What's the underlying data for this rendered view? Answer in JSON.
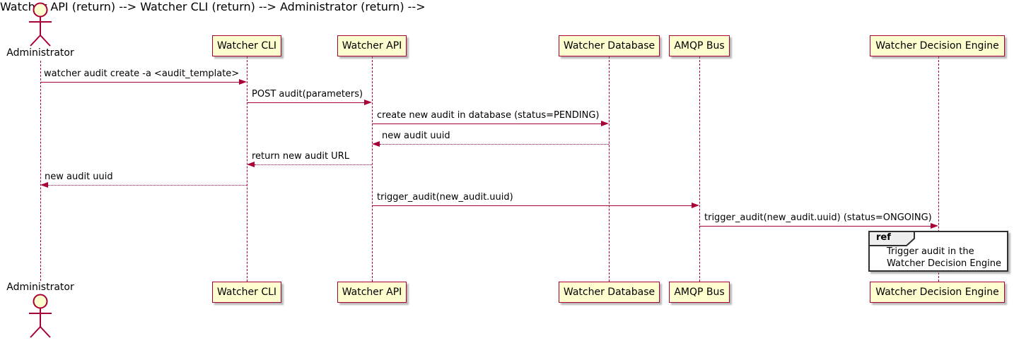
{
  "diagram": {
    "type": "sequence",
    "colors": {
      "participant_fill": "#FEFECE",
      "participant_border": "#A80036",
      "arrow_line": "#A80036",
      "text": "#000000",
      "ref_header_fill": "#EEEEEE",
      "ref_border": "#303030"
    },
    "actor": {
      "name": "Administrator"
    },
    "participants": [
      {
        "label": "Watcher CLI"
      },
      {
        "label": "Watcher API"
      },
      {
        "label": "Watcher Database"
      },
      {
        "label": "AMQP Bus"
      },
      {
        "label": "Watcher Decision Engine"
      }
    ],
    "messages": [
      {
        "from": "Administrator",
        "to": "Watcher CLI",
        "style": "solid",
        "label": "watcher audit create -a <audit_template>"
      },
      {
        "from": "Watcher CLI",
        "to": "Watcher API",
        "style": "solid",
        "label": "POST audit(parameters)"
      },
      {
        "from": "Watcher API",
        "to": "Watcher Database",
        "style": "solid",
        "label": "create new audit in database (status=PENDING)"
      },
      {
        "from": "Watcher Database",
        "to": "Watcher API",
        "style": "dashed",
        "label": "new audit uuid"
      },
      {
        "from": "Watcher API",
        "to": "Watcher CLI",
        "style": "dashed",
        "label": "return new audit URL"
      },
      {
        "from": "Watcher CLI",
        "to": "Administrator",
        "style": "dashed",
        "label": "new audit uuid"
      },
      {
        "from": "Watcher API",
        "to": "AMQP Bus",
        "style": "solid",
        "label": "trigger_audit(new_audit.uuid)"
      },
      {
        "from": "AMQP Bus",
        "to": "Watcher Decision Engine",
        "style": "solid",
        "label": "trigger_audit(new_audit.uuid) (status=ONGOING)"
      }
    ],
    "ref": {
      "keyword": "ref",
      "lines": [
        "Trigger audit in the",
        "Watcher Decision Engine"
      ]
    }
  }
}
